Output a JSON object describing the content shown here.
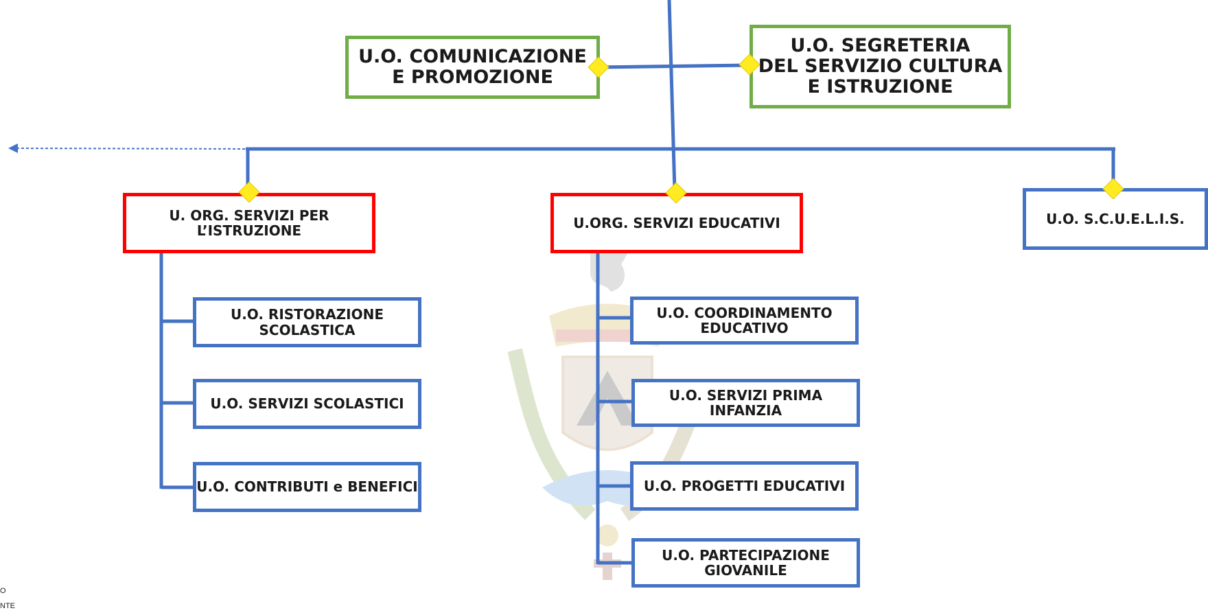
{
  "colors": {
    "line": "#4472c4",
    "top_border": "#70ad47",
    "org_border": "#ff0000",
    "unit_border": "#4472c4",
    "connector": "#ffeb1f"
  },
  "top_units": [
    {
      "text": "U.O. COMUNICAZIONE\nE PROMOZIONE"
    },
    {
      "text": "U.O. SEGRETERIA\nDEL SERVIZIO CULTURA\nE ISTRUZIONE"
    }
  ],
  "org_units": [
    {
      "text": "U. ORG. SERVIZI PER\nL’ISTRUZIONE"
    },
    {
      "text": "U.ORG. SERVIZI EDUCATIVI"
    },
    {
      "text": "U.O. S.C.U.E.L.I.S."
    }
  ],
  "istruzione_units": [
    {
      "text": "U.O. RISTORAZIONE\nSCOLASTICA"
    },
    {
      "text": "U.O. SERVIZI SCOLASTICI"
    },
    {
      "text": "U.O. CONTRIBUTI e BENEFICI"
    }
  ],
  "educativi_units": [
    {
      "text": "U.O. COORDINAMENTO\nEDUCATIVO"
    },
    {
      "text": "U.O. SERVIZI PRIMA\nINFANZIA"
    },
    {
      "text": "U.O. PROGETTI EDUCATIVI"
    },
    {
      "text": "U.O. PARTECIPAZIONE\nGIOVANILE"
    }
  ],
  "corner_fragments": {
    "line1": "O",
    "line2": "NTE"
  },
  "watermark": {
    "icon": "coat-of-arms-icon"
  }
}
